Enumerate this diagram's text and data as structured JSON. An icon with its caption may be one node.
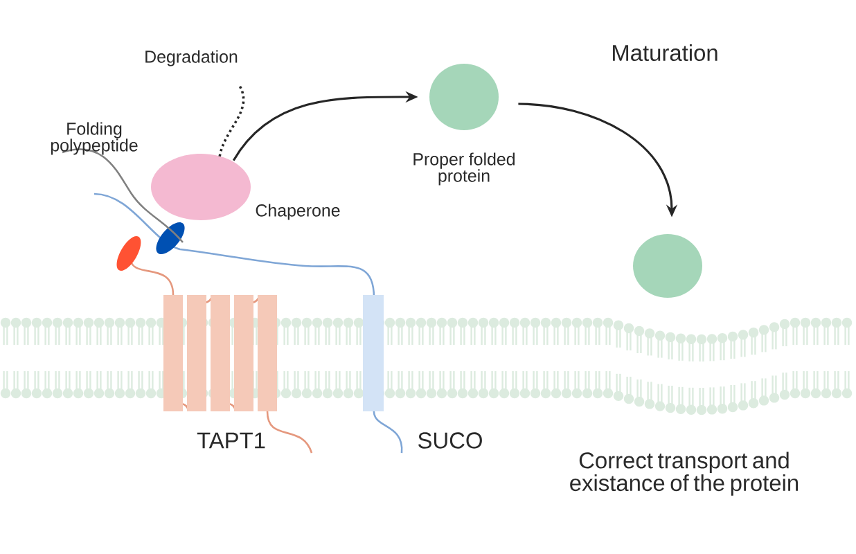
{
  "diagram": {
    "nodes": [
      {
        "text": [
          "Degradation"
        ]
      },
      {
        "text": [],
        "shape": "cloud",
        "beside": [
          "Chaperone"
        ]
      },
      {
        "text": [],
        "shape": "cloud",
        "beside": [
          "Proper folded protein"
        ]
      },
      {
        "text": [],
        "shape": "cloud"
      }
    ],
    "edges": [
      {
        "from": 1,
        "to": 0,
        "arrow": "none",
        "style": "dashed"
      },
      {
        "from": 1,
        "to": 2,
        "arrow": "to"
      },
      {
        "from": 2,
        "to": 3,
        "arrow": "to",
        "label": "Maturation"
      }
    ],
    "labels": [
      "Folding polypeptide",
      "TAPT1",
      "SUCO",
      "Correct transport and existance of the protein"
    ]
  }
}
